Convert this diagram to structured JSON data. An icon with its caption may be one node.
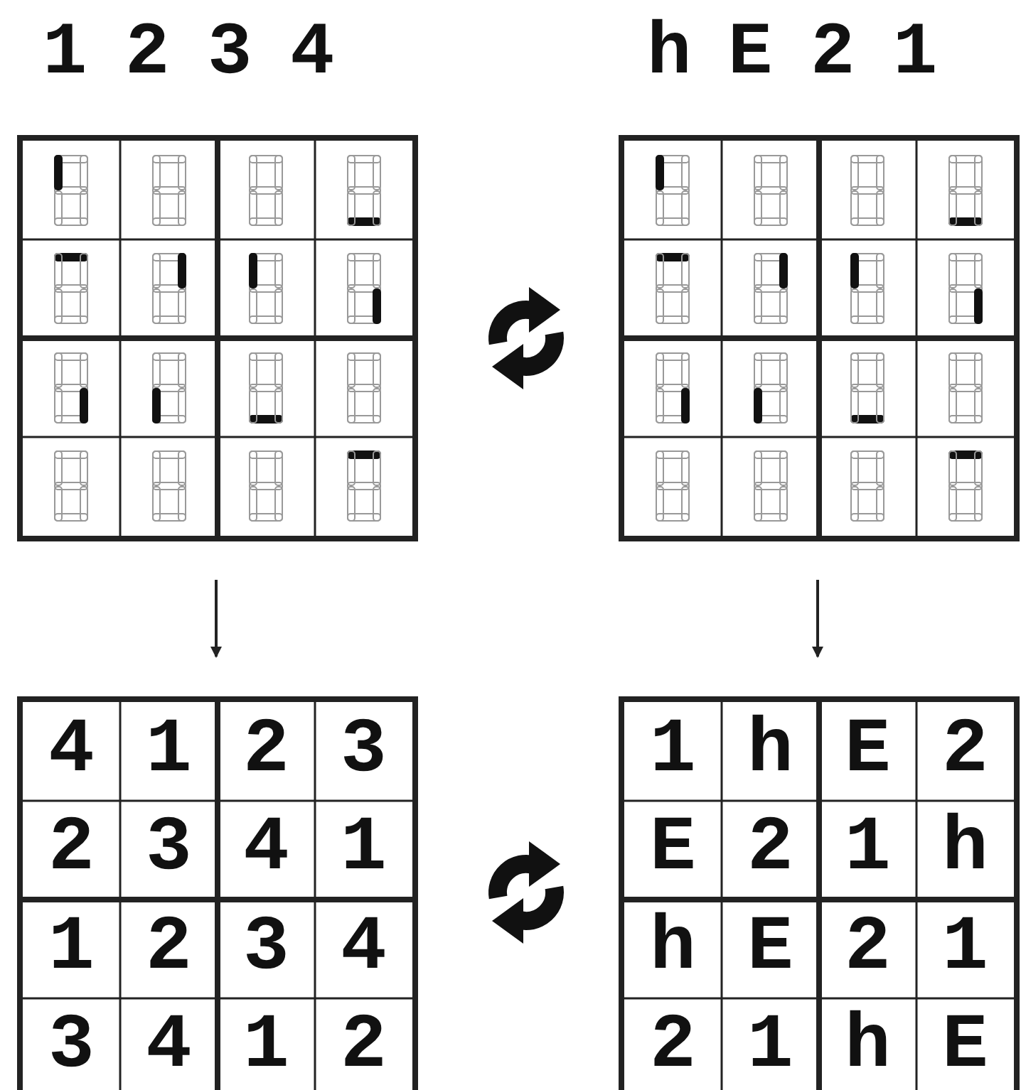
{
  "diagram": {
    "nodes": [
      {
        "text": [],
        "shape": "box"
      },
      {
        "text": [],
        "shape": "box"
      },
      {
        "text": [
          "4",
          "1",
          "2",
          "3",
          "2",
          "3",
          "4",
          "1",
          "1",
          "2",
          "3",
          "4",
          "3",
          "4",
          "1",
          "2"
        ]
      },
      {
        "text": [
          "1",
          "h",
          "E",
          "2",
          "E",
          "2",
          "1",
          "h",
          "h",
          "E",
          "2",
          "1",
          "2",
          "1",
          "h",
          "E"
        ]
      }
    ],
    "edges": [
      {
        "from": 0,
        "to": 2,
        "arrow": "to"
      },
      {
        "from": 1,
        "to": 3,
        "arrow": "to"
      }
    ],
    "labels": [
      "1",
      "2",
      "3",
      "4",
      "h",
      "E",
      "2",
      "1"
    ]
  }
}
